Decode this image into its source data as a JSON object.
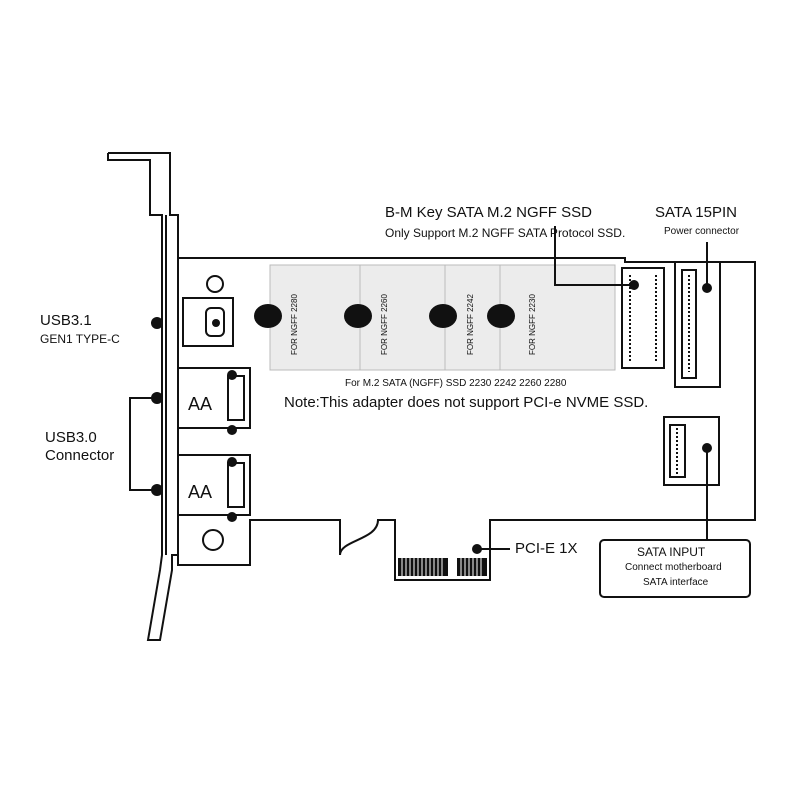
{
  "labels": {
    "usb31_line1": "USB3.1",
    "usb31_line2": "GEN1 TYPE-C",
    "usb30_line1": "USB3.0",
    "usb30_line2": "Connector",
    "m2_title": "B-M Key SATA M.2 NGFF SSD",
    "m2_subtitle": "Only Support M.2 NGFF SATA Protocol SSD.",
    "sata15_title": "SATA 15PIN",
    "sata15_subtitle": "Power connector",
    "slot_2280": "FOR NGFF 2280",
    "slot_2260": "FOR NGFF 2260",
    "slot_2242": "FOR NGFF 2242",
    "slot_2230": "FOR NGFF 2230",
    "ssd_sizes": "For M.2 SATA (NGFF) SSD 2230 2242 2260 2280",
    "note": "Note:This adapter does not support PCI-e NVME SSD.",
    "pcie": "PCI-E 1X",
    "sata_input_title": "SATA INPUT",
    "sata_input_line2": "Connect  motherboard",
    "sata_input_line3": "SATA interface"
  },
  "colors": {
    "ink": "#111111",
    "background": "#ffffff"
  }
}
